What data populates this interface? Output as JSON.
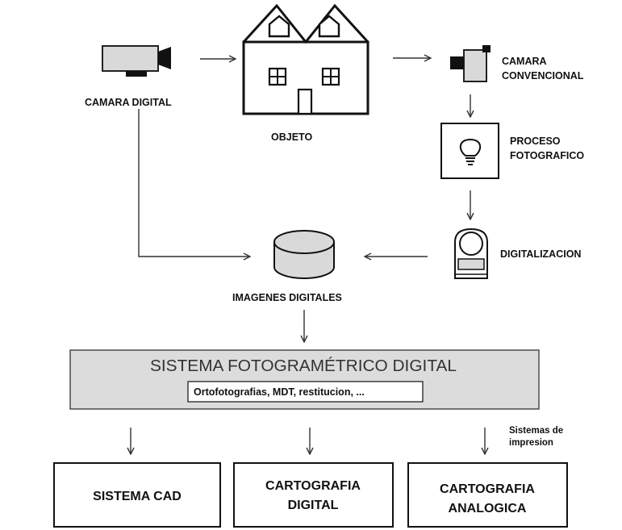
{
  "nodes": {
    "camara_digital": "CAMARA DIGITAL",
    "objeto": "OBJETO",
    "camara_convencional_1": "CAMARA",
    "camara_convencional_2": "CONVENCIONAL",
    "proceso_1": "PROCESO",
    "proceso_2": "FOTOGRAFICO",
    "digitalizacion": "DIGITALIZACION",
    "imagenes_digitales": "IMAGENES DIGITALES",
    "sistema_title": "SISTEMA FOTOGRAMÉTRICO DIGITAL",
    "sistema_products": "Ortofotografias, MDT, restitucion, ...",
    "sistemas_impresion_1": "Sistemas de",
    "sistemas_impresion_2": "impresion"
  },
  "outputs": {
    "cad": "SISTEMA CAD",
    "cart_digital_1": "CARTOGRAFIA",
    "cart_digital_2": "DIGITAL",
    "cart_analogica_1": "CARTOGRAFIA",
    "cart_analogica_2": "ANALOGICA"
  },
  "icons": {
    "digital_camera": "video-camera-icon",
    "house": "house-icon",
    "conventional_camera": "camera-icon",
    "process": "lightbulb-icon",
    "scanner": "scanner-icon",
    "database": "database-cylinder-icon"
  },
  "colors": {
    "system_box_fill": "#dcdcdc",
    "icon_gray": "#d9d9d9",
    "line": "#333333"
  }
}
